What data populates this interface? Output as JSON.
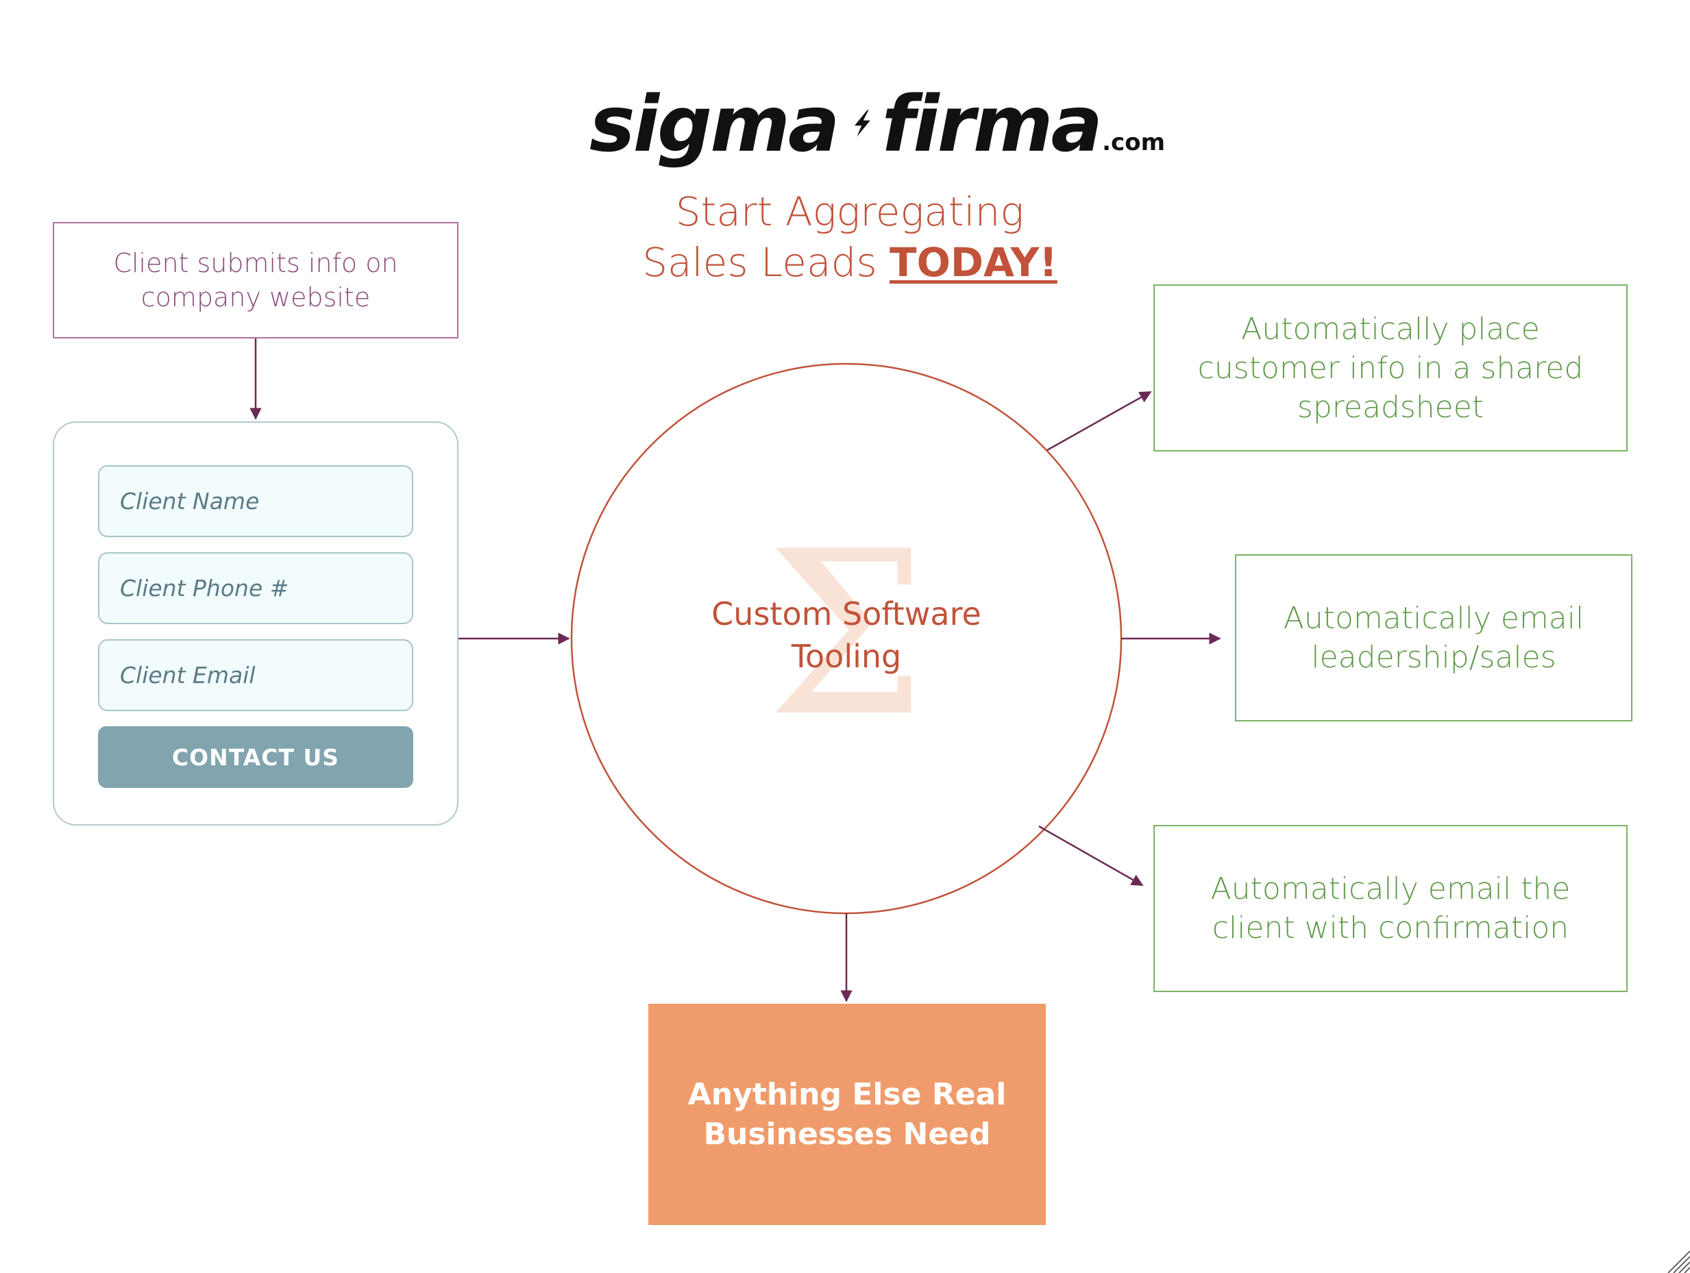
{
  "logo": {
    "left_word": "sigma",
    "right_word": "firma",
    "suffix": ".com",
    "bolt_icon": "lightning-bolt-icon"
  },
  "headline": {
    "line1": "Start Aggregating",
    "line2_prefix": "Sales Leads ",
    "line2_emphasis": "TODAY!"
  },
  "submit_box": {
    "text": "Client submits info on company website"
  },
  "form": {
    "fields": [
      {
        "placeholder": "Client Name"
      },
      {
        "placeholder": "Client Phone #"
      },
      {
        "placeholder": "Client Email"
      }
    ],
    "button_label": "CONTACT US"
  },
  "center": {
    "line1": "Custom Software",
    "line2": "Tooling",
    "watermark": "Σ"
  },
  "outputs": [
    {
      "text": "Automatically place customer info in a shared spreadsheet"
    },
    {
      "text": "Automatically email leadership/sales"
    },
    {
      "text": "Automatically email the client with confirmation"
    }
  ],
  "bottom_box": {
    "text": "Anything Else Real Businesses Need"
  },
  "colors": {
    "accent": "#c0533a",
    "submit_border": "#b072a0",
    "arrow": "#6a2a55",
    "output_green": "#7ab365",
    "form_button": "#81a4ae",
    "orange_box": "#f09b6b",
    "watermark": "#f9e2d6"
  }
}
